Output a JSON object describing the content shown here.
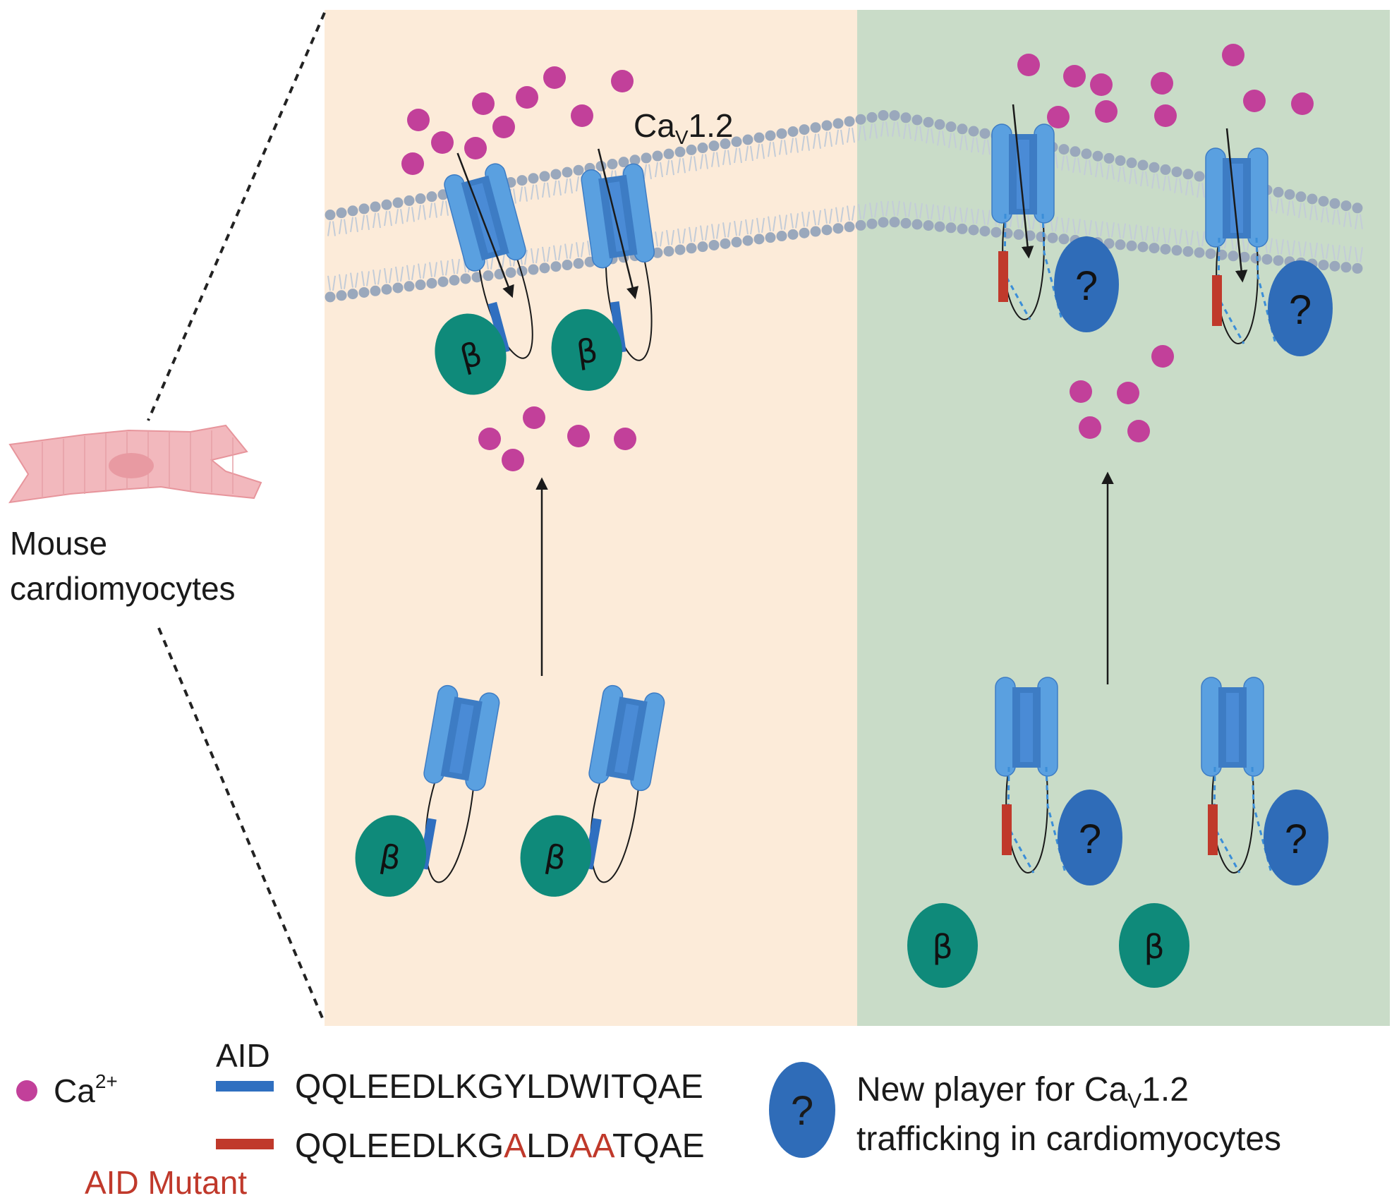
{
  "colors": {
    "wt_panel": "#fcebd9",
    "mutant_panel": "#c9dcc8",
    "calcium": "#c2409a",
    "channel": "#5aa0e0",
    "channel_dark": "#3d7cc4",
    "aid_wt": "#2f6fc0",
    "aid_mutant": "#c0392b",
    "beta": "#0f8a7a",
    "unknown": "#2f6cb8",
    "membrane_head": "#9aa8bc",
    "cell": "#f2b8bd"
  },
  "cell": {
    "label_line1": "Mouse",
    "label_line2": "cardiomyocytes"
  },
  "channel": {
    "name_prefix": "Ca",
    "name_subscript": "V",
    "name_suffix": "1.2",
    "beta_symbol": "β",
    "unknown_symbol": "?"
  },
  "legend": {
    "calcium_prefix": "Ca",
    "calcium_superscript": "2+",
    "aid_label": "AID",
    "wt_sequence": "QQLEEDLKGYLDWITQAE",
    "mutant_sequence_parts": [
      {
        "text": "QQLEEDLKG",
        "mutated": false
      },
      {
        "text": "A",
        "mutated": true
      },
      {
        "text": "LD",
        "mutated": false
      },
      {
        "text": "AA",
        "mutated": true
      },
      {
        "text": "TQAE",
        "mutated": false
      }
    ],
    "mutant_label": "AID Mutant",
    "unknown_line1_prefix": "New player for Ca",
    "unknown_line1_subscript": "V",
    "unknown_line1_suffix": "1.2",
    "unknown_line2": "trafficking in cardiomyocytes"
  }
}
